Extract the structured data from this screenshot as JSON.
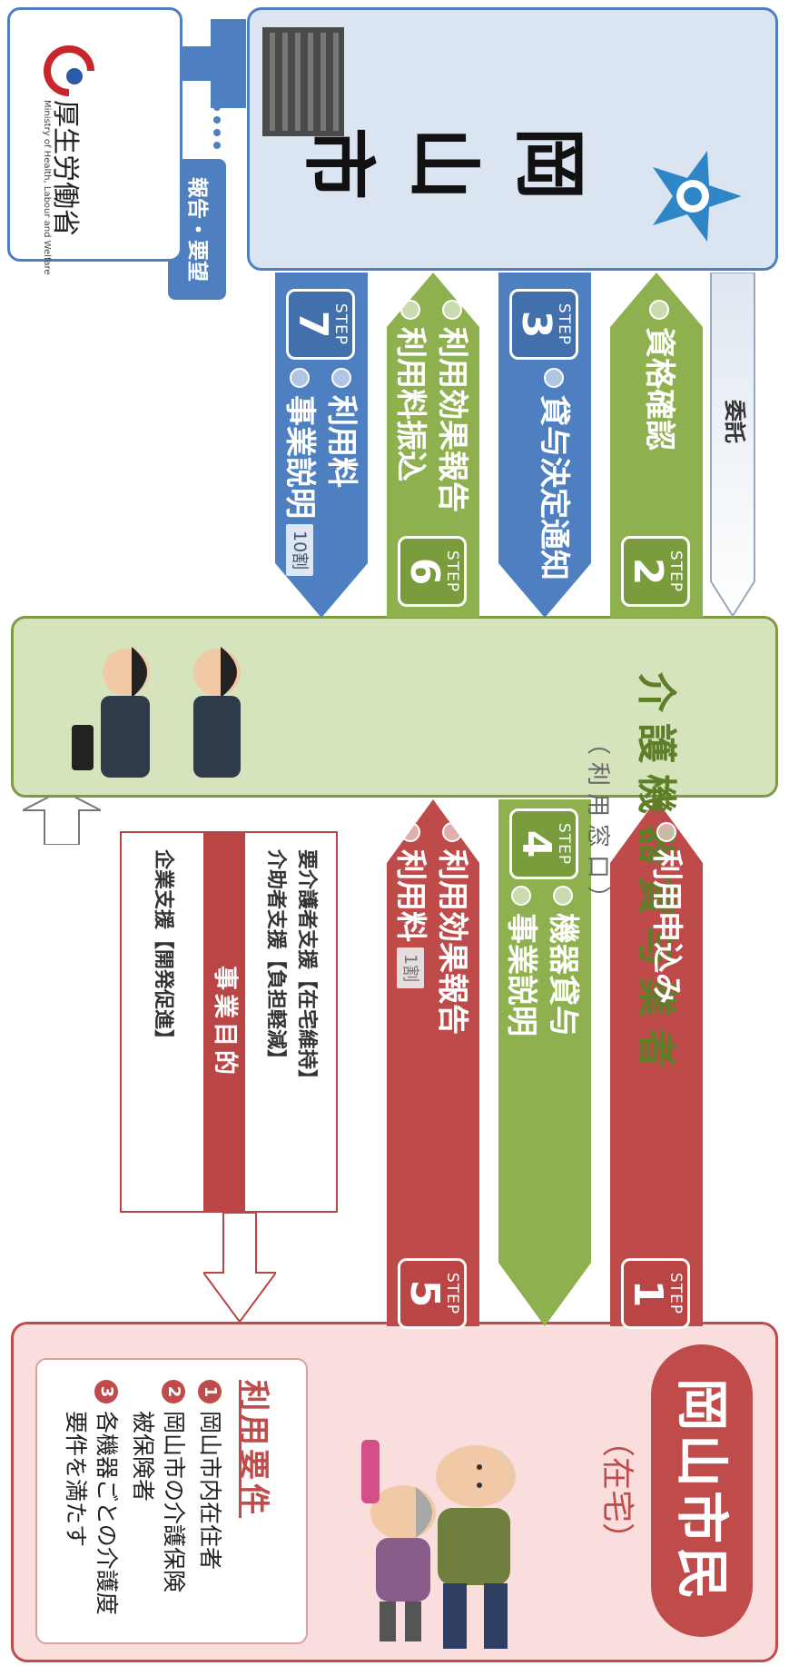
{
  "citizen": {
    "title": "岡山市民",
    "sub": "（在宅）"
  },
  "requirements": {
    "heading": "利用要件",
    "items": [
      {
        "num": "1",
        "lines": [
          "岡山市内在住者"
        ]
      },
      {
        "num": "2",
        "lines": [
          "岡山市の介護保険",
          "被保険者"
        ]
      },
      {
        "num": "3",
        "lines": [
          "各機器ごとの介護度",
          "要件を満たす"
        ]
      }
    ]
  },
  "steps": [
    {
      "word": "STEP",
      "num": "1",
      "lines": [
        "利用申込み"
      ]
    },
    {
      "word": "STEP",
      "num": "2",
      "lines": [
        "資格確認"
      ]
    },
    {
      "word": "STEP",
      "num": "3",
      "lines": [
        "貸与決定通知"
      ]
    },
    {
      "word": "STEP",
      "num": "4",
      "lines": [
        "機器貸与",
        "事業説明"
      ]
    },
    {
      "word": "STEP",
      "num": "5",
      "lines": [
        "利用効果報告",
        "利用料"
      ],
      "badge": "1割"
    },
    {
      "word": "STEP",
      "num": "6",
      "lines": [
        "利用効果報告",
        "利用料振込"
      ]
    },
    {
      "word": "STEP",
      "num": "7",
      "lines": [
        "利用料",
        "事業説明"
      ],
      "badge": "10割"
    }
  ],
  "purpose": {
    "title": "事業目的",
    "left": [
      "要介護者支援【在宅維持】",
      "介助者支援【負担軽減】"
    ],
    "right": [
      "企業支援【開発促進】"
    ]
  },
  "provider": {
    "title": "介護機器貸与業者",
    "sub": "（利用窓口）"
  },
  "commission": "委託",
  "report": "報告・要望",
  "city": {
    "name": "岡山市"
  },
  "ministry": {
    "name": "厚生労働省",
    "en": "Ministry of Health, Labour and Welfare"
  },
  "colors": {
    "red": "#bf4a4a",
    "green": "#8fb04e",
    "blue": "#4e7fc0",
    "pink": "#fbdcdc",
    "lightgreen": "#d6e4bd",
    "lightblue": "#dbe4f1"
  }
}
